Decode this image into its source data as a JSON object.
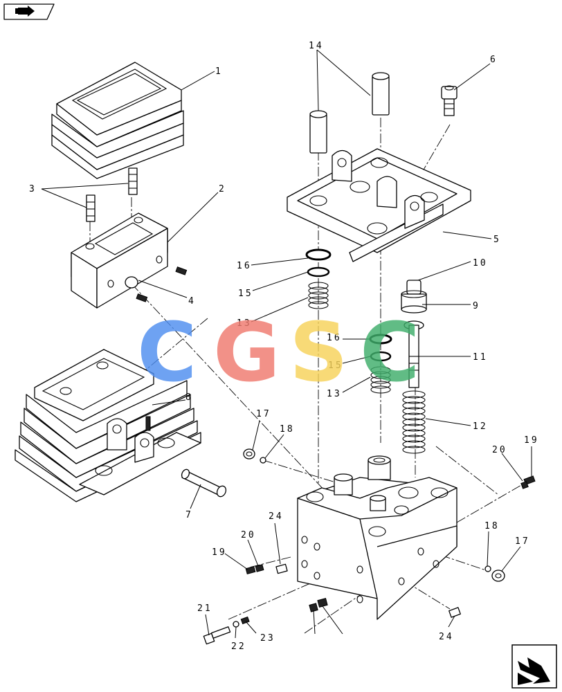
{
  "watermark": {
    "letters": [
      {
        "char": "C",
        "color": "#4f8ef0"
      },
      {
        "char": "G",
        "color": "#f07a6e"
      },
      {
        "char": "S",
        "color": "#f7d35a"
      },
      {
        "char": "C",
        "color": "#3fae6b"
      }
    ]
  },
  "icons": {
    "top_left": "navigate-arrow-icon",
    "bottom_right": "next-page-arrow-icon"
  },
  "callouts": [
    "1",
    "2",
    "3",
    "4",
    "5",
    "6",
    "7",
    "8",
    "9",
    "10",
    "11",
    "12",
    "13",
    "13",
    "14",
    "15",
    "15",
    "16",
    "16",
    "17",
    "17",
    "18",
    "18",
    "19",
    "19",
    "20",
    "20",
    "21",
    "22",
    "23",
    "24",
    "24"
  ]
}
